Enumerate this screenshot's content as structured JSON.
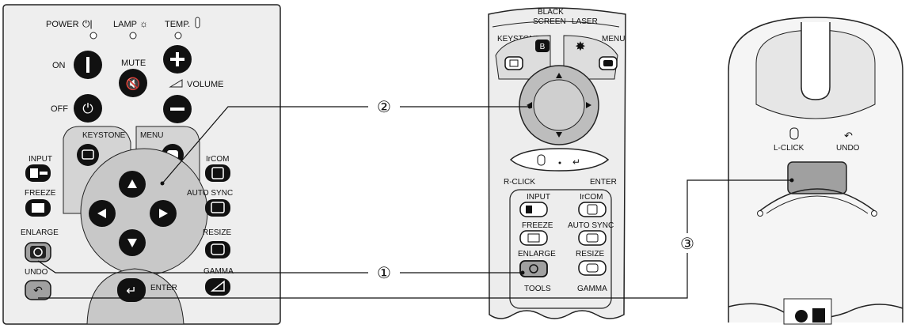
{
  "panel": {
    "power": "POWER",
    "lamp": "LAMP",
    "temp": "TEMP.",
    "on": "ON",
    "off": "OFF",
    "mute": "MUTE",
    "volume": "VOLUME",
    "keystone": "KEYSTONE",
    "menu": "MENU",
    "input": "INPUT",
    "ircom": "IrCOM",
    "freeze": "FREEZE",
    "auto_sync": "AUTO SYNC",
    "enlarge": "ENLARGE",
    "resize": "RESIZE",
    "undo": "UNDO",
    "gamma": "GAMMA",
    "enter": "ENTER"
  },
  "remote": {
    "black_screen_1": "BLACK",
    "black_screen_2": "SCREEN",
    "laser": "LASER",
    "keystone": "KEYSTONE",
    "menu": "MENU",
    "b_key": "B",
    "r_click": "R-CLICK",
    "enter": "ENTER",
    "input": "INPUT",
    "ircom": "IrCOM",
    "freeze": "FREEZE",
    "auto_sync": "AUTO SYNC",
    "enlarge": "ENLARGE",
    "resize": "RESIZE",
    "tools": "TOOLS",
    "gamma": "GAMMA"
  },
  "mouse": {
    "l_click": "L-CLICK",
    "undo": "UNDO"
  },
  "callouts": {
    "c1": "①",
    "c2": "②",
    "c3": "③"
  }
}
